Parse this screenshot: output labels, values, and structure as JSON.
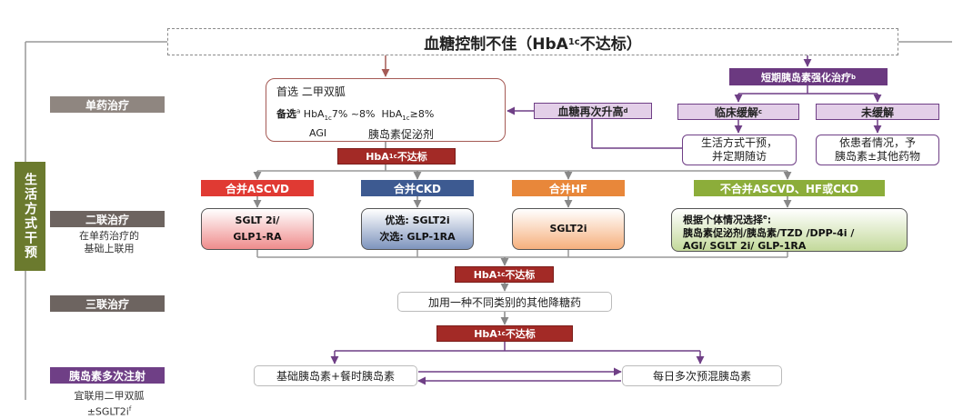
{
  "title": {
    "main": "血糖控制不佳（HbA",
    "sub": "1c",
    "tail": "不达标）"
  },
  "life_bar": "生活方式干预",
  "stages": {
    "mono": "单药治疗",
    "dual": "二联治疗",
    "dual_note_1": "在单药治疗的",
    "dual_note_2": "基础上联用",
    "triple": "三联治疗",
    "insulin": "胰岛素多次注射",
    "insulin_note_1": "宜联用二甲双胍",
    "insulin_note_2": "±SGLT2i",
    "insulin_note_sup": "f"
  },
  "mono_box": {
    "first": "首选 二甲双胍",
    "alt_label": "备选",
    "alt_sup": "a",
    "alt_1": " HbA",
    "alt_1_sub": "1c",
    "alt_1_tail": "7% ~8%",
    "alt_2": "  HbA",
    "alt_2_sub": "1c",
    "alt_2_tail": "≥8%",
    "agi": "AGI",
    "secretagogue": "胰岛素促泌剂"
  },
  "hba_fail": {
    "prefix": "HbA",
    "sub": "1c",
    "suffix": "不达标"
  },
  "right": {
    "short_ins": "短期胰岛素强化治疗",
    "short_ins_sup": "b",
    "relapse": "血糖再次升高",
    "relapse_sup": "d",
    "remission": "临床缓解",
    "remission_sup": "c",
    "no_remission": "未缓解",
    "lifestyle_1": "生活方式干预，",
    "lifestyle_2": "并定期随访",
    "depends_1": "依患者情况，予",
    "depends_2": "胰岛素±其他药物"
  },
  "combos": [
    {
      "header": "合并ASCVD",
      "line1": "SGLT 2i/",
      "line2": "GLP1-RA",
      "color": "#e03a33"
    },
    {
      "header": "合并CKD",
      "line1": "优选: SGLT2i",
      "line2": "次选: GLP-1RA",
      "color": "#3d5a91"
    },
    {
      "header": "合并HF",
      "line1": "SGLT2i",
      "line2": "",
      "color": "#e8873a"
    },
    {
      "header": "不合并ASCVD、HF或CKD",
      "line1": "根据个体情况选择",
      "line1_sup": "e",
      "line2": "胰岛素促泌剂/胰岛素/TZD /DPP-4i /",
      "line3": "AGI/ SGLT 2i/ GLP-1RA",
      "color": "#8cad3a"
    }
  ],
  "triple_text": "加用一种不同类别的其他降糖药",
  "insulin_options": {
    "basal_bolus": "基础胰岛素+餐时胰岛素",
    "premix": "每日多次预混胰岛素"
  }
}
